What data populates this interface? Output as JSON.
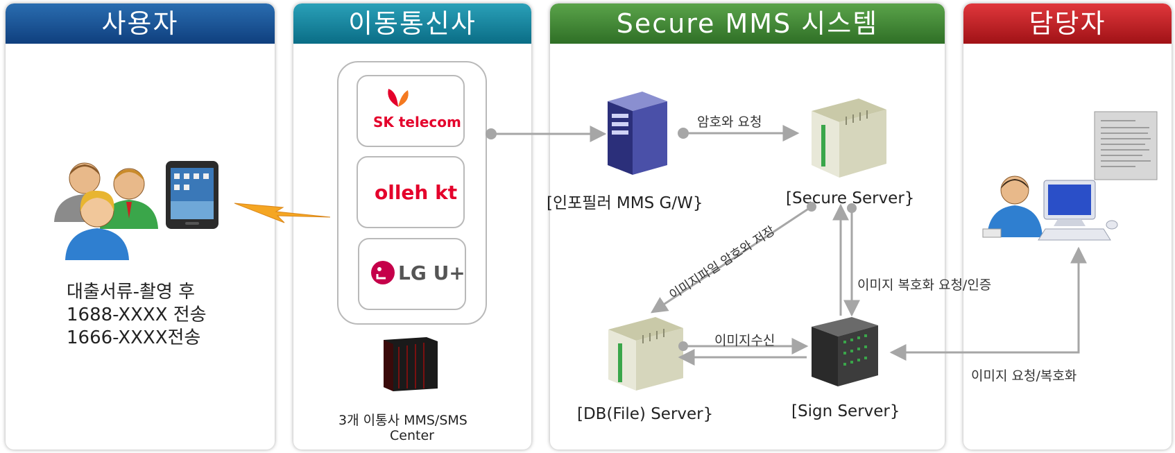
{
  "columns": {
    "user": "사용자",
    "carrier": "이동통신사",
    "system": "Secure MMS 시스템",
    "admin": "담당자"
  },
  "user": {
    "instruction_line1": "대출서류-촬영 후",
    "instruction_line2": "1688-XXXX 전송",
    "instruction_line3": "1666-XXXX전송"
  },
  "carriers": {
    "skt_logo_text": "SK telecom",
    "kt_logo_text": "olleh kt",
    "lgu_logo_text": "LG U+",
    "center_label_line1": "3개 이통사 MMS/SMS",
    "center_label_line2": "Center"
  },
  "system": {
    "gateway_label": "[인포필러 MMS G/W}",
    "secure_server_label": "[Secure Server}",
    "db_server_label": "[DB(File) Server}",
    "sign_server_label": "[Sign Server}",
    "edge_encrypt_request": "암호와 요청",
    "edge_image_encrypt_store": "이미지파일 암호와 저장",
    "edge_image_decrypt_auth": "이미지 복호화 요청/인증",
    "edge_image_receive": "이미지수신"
  },
  "admin": {
    "edge_image_request_decrypt": "이미지 요청/복호화"
  },
  "colors": {
    "arrow": "#a6a6a6",
    "user_header": "#0f3f7e",
    "carrier_header": "#0a6d86",
    "system_header": "#2f6f26",
    "admin_header": "#a01216",
    "lightning": "#f5a623"
  }
}
